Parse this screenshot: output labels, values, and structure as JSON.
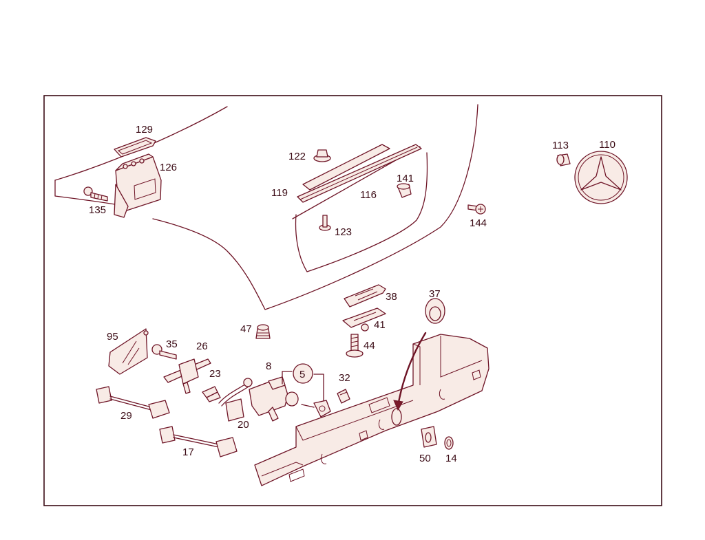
{
  "diagram": {
    "callouts": [
      {
        "id": "129",
        "text": "129"
      },
      {
        "id": "126",
        "text": "126"
      },
      {
        "id": "135",
        "text": "135"
      },
      {
        "id": "122",
        "text": "122"
      },
      {
        "id": "119",
        "text": "119"
      },
      {
        "id": "116",
        "text": "116"
      },
      {
        "id": "141",
        "text": "141"
      },
      {
        "id": "123",
        "text": "123"
      },
      {
        "id": "113",
        "text": "113"
      },
      {
        "id": "110",
        "text": "110"
      },
      {
        "id": "144",
        "text": "144"
      },
      {
        "id": "38",
        "text": "38"
      },
      {
        "id": "37",
        "text": "37"
      },
      {
        "id": "41",
        "text": "41"
      },
      {
        "id": "47",
        "text": "47"
      },
      {
        "id": "44",
        "text": "44"
      },
      {
        "id": "95",
        "text": "95"
      },
      {
        "id": "35",
        "text": "35"
      },
      {
        "id": "26",
        "text": "26"
      },
      {
        "id": "8",
        "text": "8"
      },
      {
        "id": "5",
        "text": "5"
      },
      {
        "id": "23",
        "text": "23"
      },
      {
        "id": "32",
        "text": "32"
      },
      {
        "id": "29",
        "text": "29"
      },
      {
        "id": "20",
        "text": "20"
      },
      {
        "id": "17",
        "text": "17"
      },
      {
        "id": "50",
        "text": "50"
      },
      {
        "id": "14",
        "text": "14"
      }
    ]
  }
}
